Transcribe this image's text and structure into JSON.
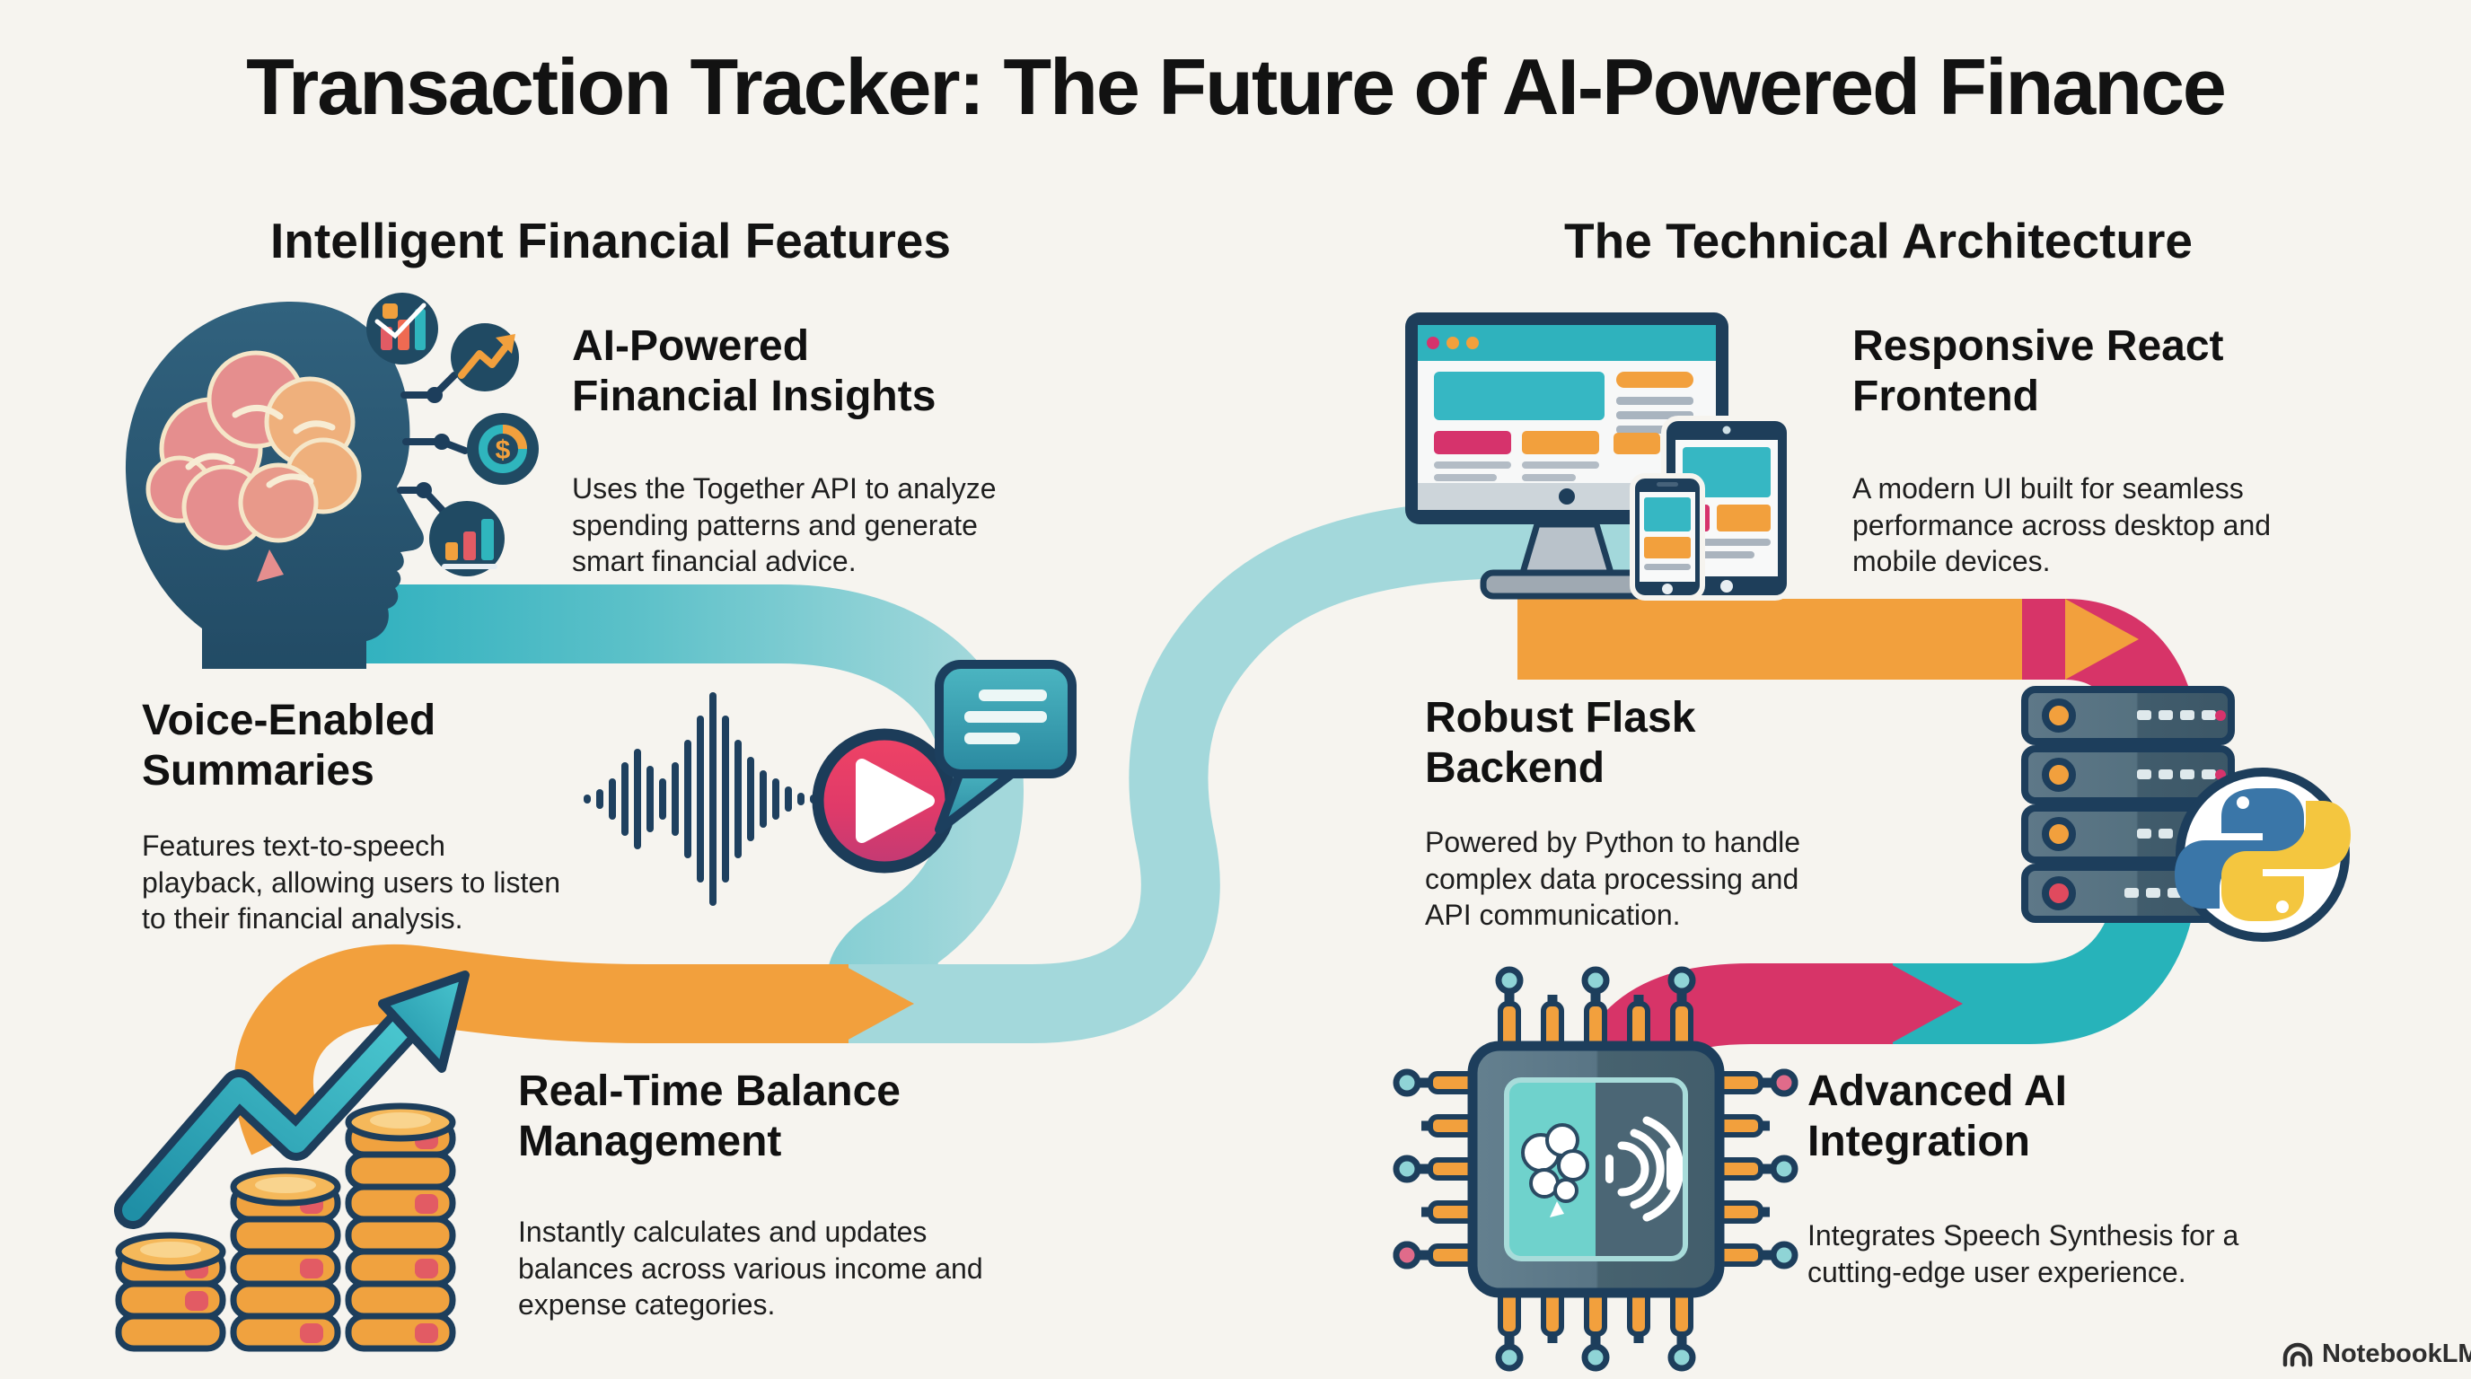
{
  "title": "Transaction Tracker: The Future of AI-Powered Finance",
  "watermark": "NotebookLM",
  "sections": {
    "left": {
      "header": "Intelligent Financial Features",
      "features": [
        {
          "title": "AI-Powered\nFinancial Insights",
          "description": "Uses the Together API to analyze\nspending patterns and generate\nsmart financial advice."
        },
        {
          "title": "Voice-Enabled\nSummaries",
          "description": "Features text-to-speech\nplayback, allowing users to listen\nto their financial analysis."
        },
        {
          "title": "Real-Time Balance\nManagement",
          "description": "Instantly calculates and updates\nbalances across various income and\nexpense categories."
        }
      ]
    },
    "right": {
      "header": "The Technical Architecture",
      "features": [
        {
          "title": "Responsive React\nFrontend",
          "description": "A modern UI built for seamless\nperformance across desktop and\nmobile devices."
        },
        {
          "title": "Robust Flask\nBackend",
          "description": "Powered by Python to handle\ncomplex data processing and\nAPI communication."
        },
        {
          "title": "Advanced AI\nIntegration",
          "description": "Integrates Speech Synthesis for a\ncutting-edge user experience."
        }
      ]
    }
  },
  "icons": [
    "ai-brain-head-icon",
    "analytics-badge-icons",
    "circuit-traces-icon",
    "voice-waveform-icon",
    "play-button-icon",
    "chat-bubble-icon",
    "growth-arrow-icon",
    "coin-stacks-icon",
    "devices-icon",
    "server-stack-icon",
    "python-logo-icon",
    "ai-chip-icon",
    "notebooklm-logo-icon"
  ],
  "colors": {
    "background": "#f6f4ef",
    "teal": "#2bafbe",
    "light_teal": "#a3d8db",
    "strong_teal": "#27b3ba",
    "orange": "#f2a03d",
    "pink": "#d73468",
    "navy": "#1d3e5c",
    "text": "#141414"
  }
}
